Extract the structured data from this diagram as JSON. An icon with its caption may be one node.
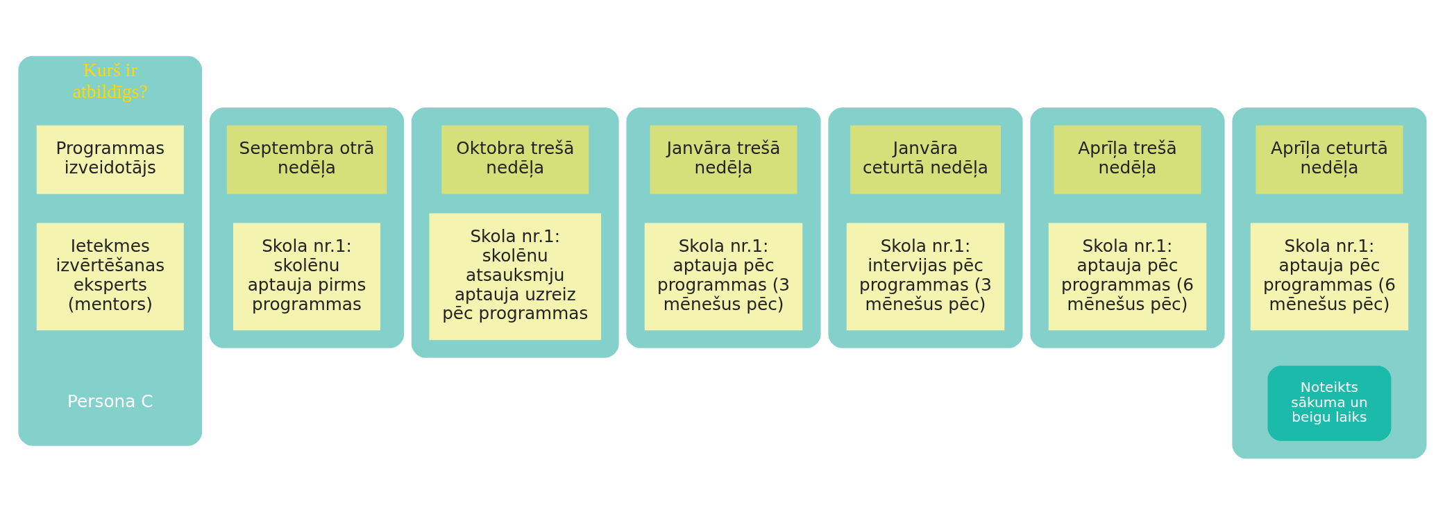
{
  "diagram": {
    "nodes": [
      {
        "text": [
          "Kurš ir atbildīgs?"
        ]
      },
      {
        "text": [
          "Programmas izveidotājs"
        ],
        "in": 0
      },
      {
        "text": [
          "Ietekmes izvērtēšanas eksperts (mentors)"
        ],
        "in": 0
      },
      {
        "text": [],
        "shape": "box"
      },
      {
        "text": [
          "Septembra otrā nedēļa"
        ],
        "in": 3
      },
      {
        "text": [
          "Skola nr.1: skolēnu aptauja pirms programmas"
        ],
        "in": 3
      },
      {
        "text": [],
        "shape": "box"
      },
      {
        "text": [
          "Oktobra trešā nedēļa"
        ],
        "in": 6
      },
      {
        "text": [
          "Skola nr.1: skolēnu atsauksmju aptauja uzreiz pēc programmas"
        ],
        "in": 6
      },
      {
        "text": [],
        "shape": "box"
      },
      {
        "text": [
          "Janvāra trešā nedēļa"
        ],
        "in": 9
      },
      {
        "text": [
          "Skola nr.1: aptauja pēc programmas (3 mēnešus pēc)"
        ],
        "in": 9
      },
      {
        "text": [],
        "shape": "box"
      },
      {
        "text": [
          "Janvāra ceturtā nedēļa"
        ],
        "in": 12
      },
      {
        "text": [
          "Skola nr.1: intervijas pēc programmas (3 mēnešus pēc)"
        ],
        "in": 12
      },
      {
        "text": [],
        "shape": "box"
      },
      {
        "text": [
          "Aprīļa trešā nedēļa"
        ],
        "in": 15
      },
      {
        "text": [
          "Skola nr.1: aptauja pēc programmas (6 mēnešus pēc)"
        ],
        "in": 15
      },
      {
        "text": [],
        "shape": "box"
      },
      {
        "text": [
          "Aprīļa ceturtā nedēļa"
        ],
        "in": 18
      },
      {
        "text": [
          "Skola nr.1: aptauja pēc programmas (6 mēnešus pēc)"
        ],
        "in": 18
      },
      {
        "text": [
          "Noteikts sākuma un beigu laiks"
        ],
        "in": 18
      }
    ],
    "edges": [],
    "labels": [
      "Persona C"
    ]
  }
}
